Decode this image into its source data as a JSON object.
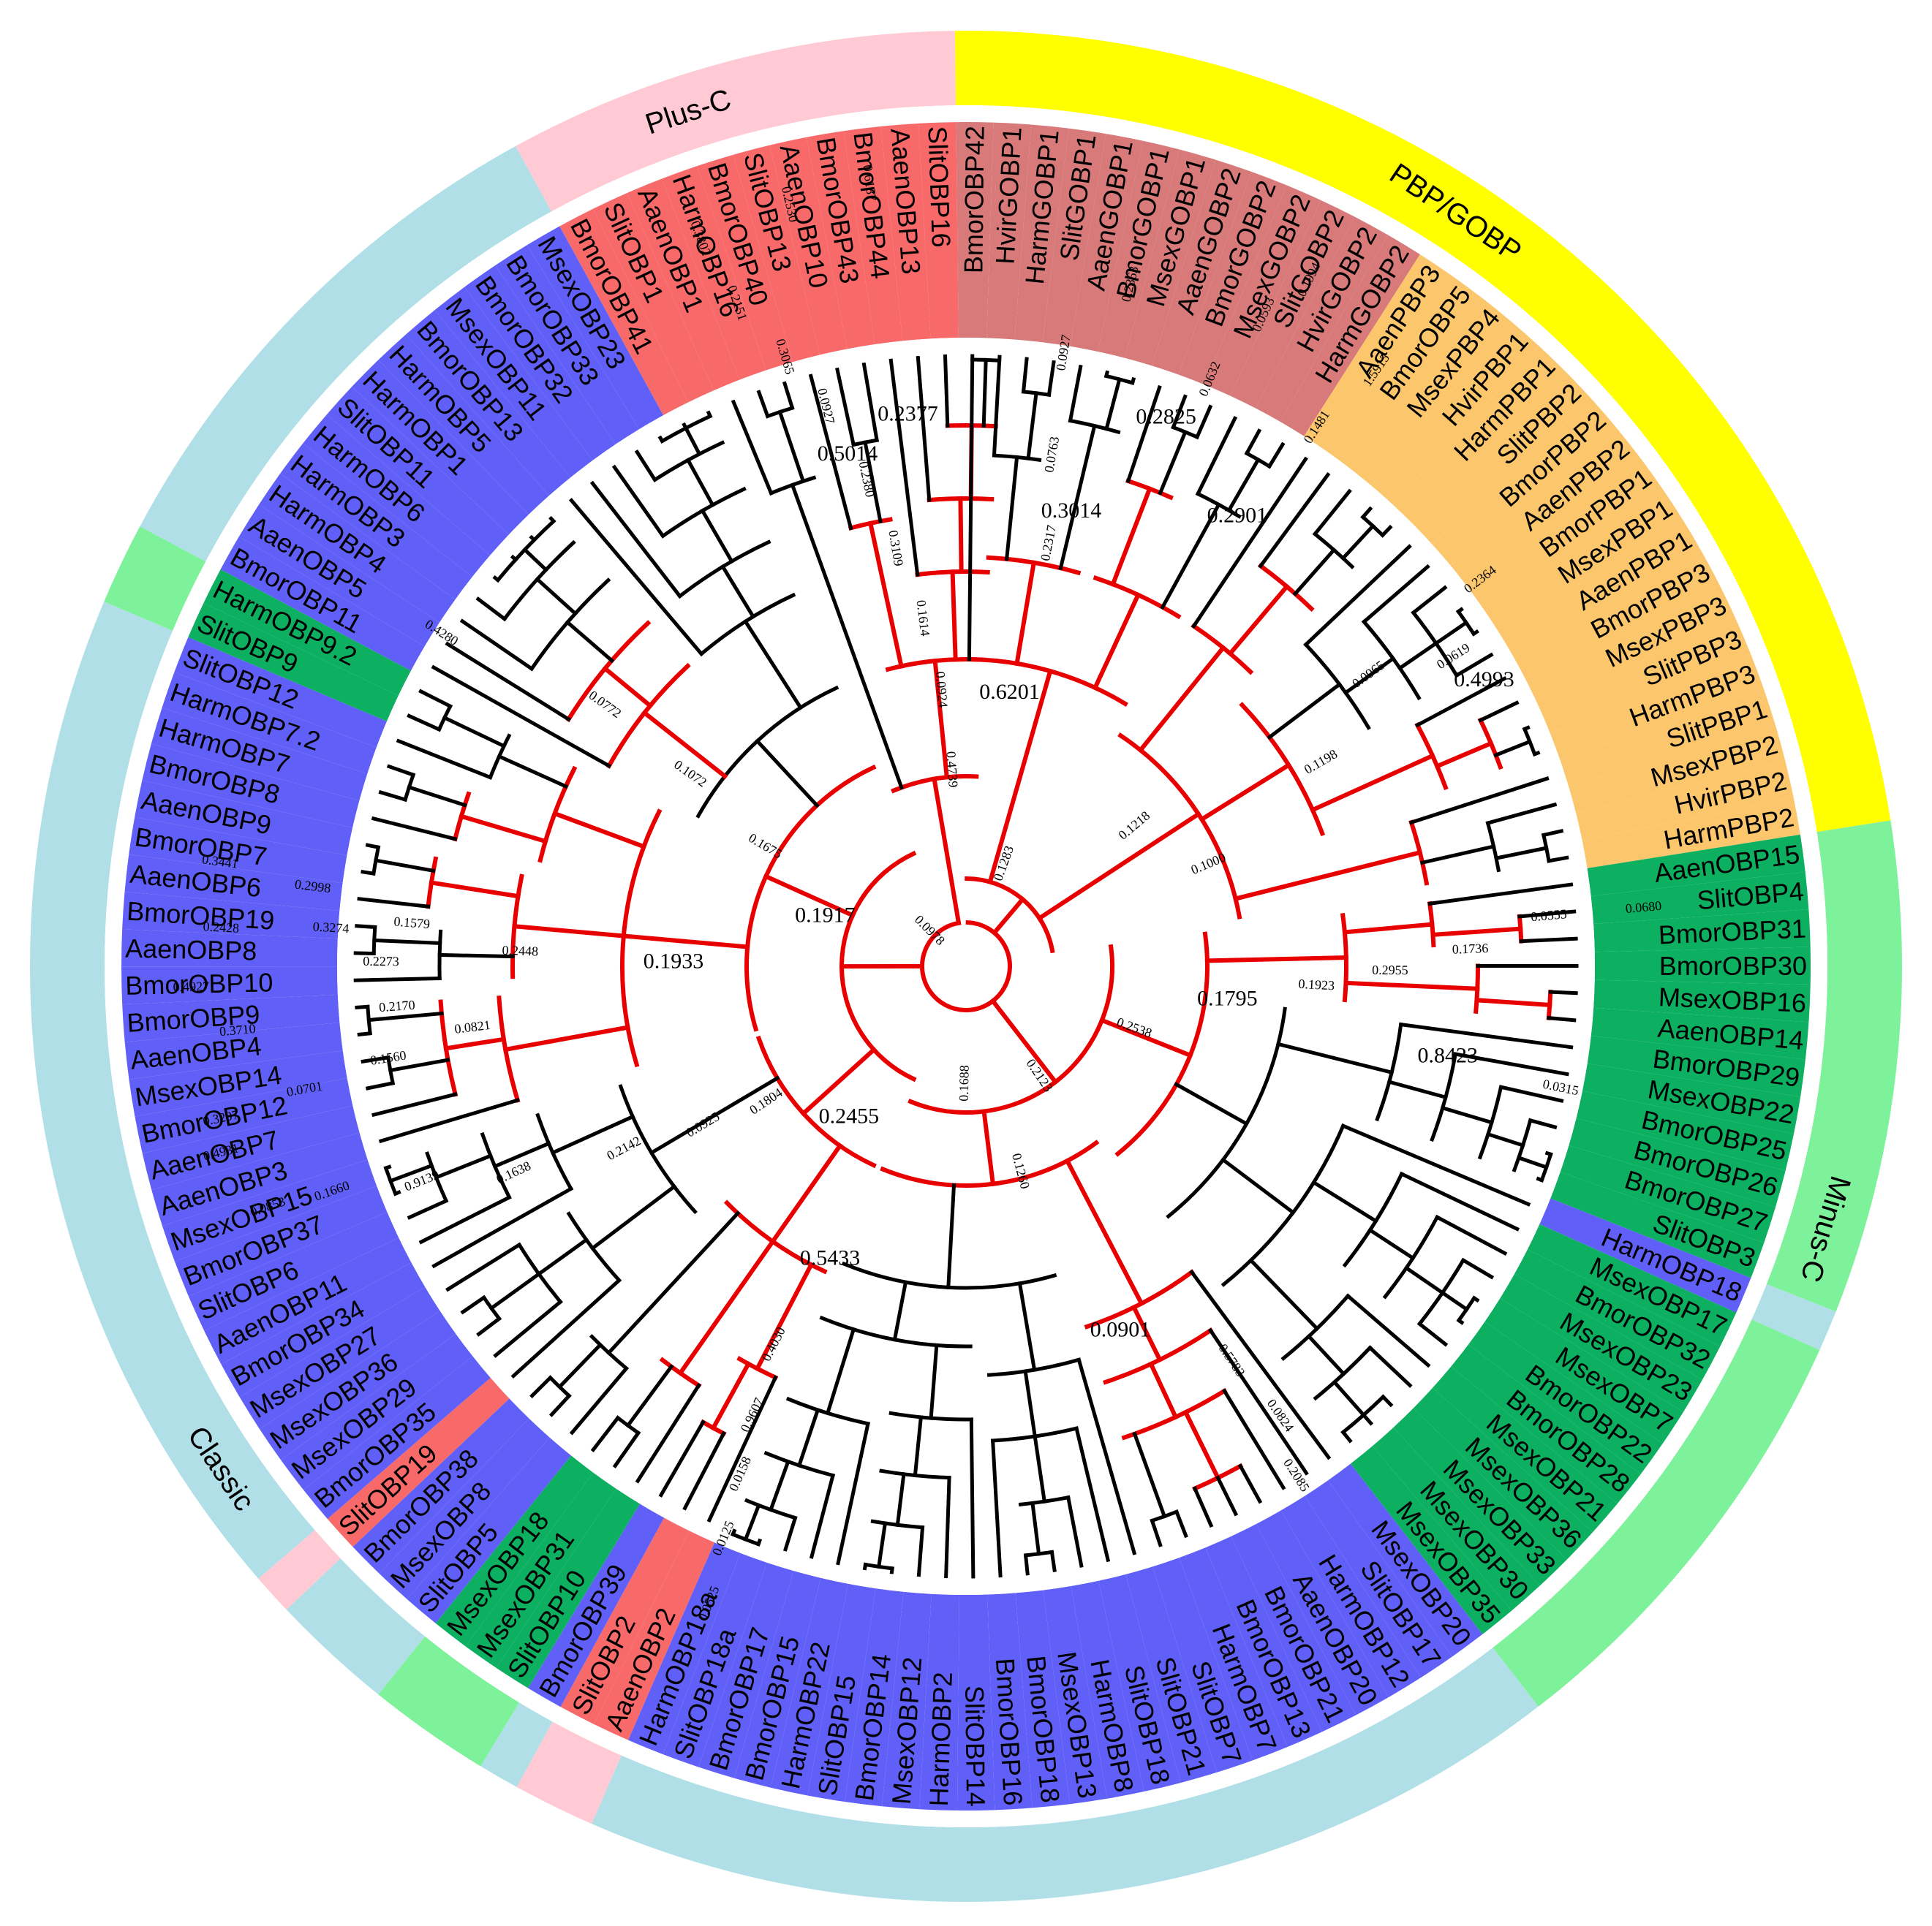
{
  "colors": {
    "background": "#ffffff",
    "classic_band": "#b0dfe8",
    "plus_c_band": "#ffcad4",
    "pbp_gobp_band": "#ffff00",
    "minus_c_band": "#7ef29a",
    "classic_sector": "#6060f8",
    "plus_c_sector": "#f86a6a",
    "gobp_sector": "#d87a7a",
    "pbp_sector": "#fcc66c",
    "minus_c_sector": "#0db060",
    "branch": "#000000",
    "highlight_branch": "#e80000"
  },
  "outer_groups": [
    {
      "label": "Classic",
      "color": "classic"
    },
    {
      "label": "Plus-C",
      "color": "plus_c"
    },
    {
      "label": "PBP/GOBP",
      "color": "pbp_gobp"
    },
    {
      "label": "Minus-C",
      "color": "minus_c"
    }
  ],
  "leaves": [
    {
      "name": "BmorOBP42",
      "group": "gobp"
    },
    {
      "name": "HvirGOBP1",
      "group": "gobp"
    },
    {
      "name": "HarmGOBP1",
      "group": "gobp"
    },
    {
      "name": "SlitGOBP1",
      "group": "gobp"
    },
    {
      "name": "AaenGOBP1",
      "group": "gobp"
    },
    {
      "name": "BmorGOBP1",
      "group": "gobp"
    },
    {
      "name": "MsexGOBP1",
      "group": "gobp"
    },
    {
      "name": "AaenGOBP2",
      "group": "gobp"
    },
    {
      "name": "BmorGOBP2",
      "group": "gobp"
    },
    {
      "name": "MsexGOBP2",
      "group": "gobp"
    },
    {
      "name": "SlitGOBP2",
      "group": "gobp"
    },
    {
      "name": "HvirGOBP2",
      "group": "gobp"
    },
    {
      "name": "HarmGOBP2",
      "group": "gobp"
    },
    {
      "name": "AaenPBP3",
      "group": "pbp"
    },
    {
      "name": "BmorOBP5",
      "group": "pbp"
    },
    {
      "name": "MsexPBP4",
      "group": "pbp"
    },
    {
      "name": "HvirPBP1",
      "group": "pbp"
    },
    {
      "name": "HarmPBP1",
      "group": "pbp"
    },
    {
      "name": "SlitPBP2",
      "group": "pbp"
    },
    {
      "name": "BmorPBP2",
      "group": "pbp"
    },
    {
      "name": "AaenPBP2",
      "group": "pbp"
    },
    {
      "name": "BmorPBP1",
      "group": "pbp"
    },
    {
      "name": "MsexPBP1",
      "group": "pbp"
    },
    {
      "name": "AaenPBP1",
      "group": "pbp"
    },
    {
      "name": "BmorPBP3",
      "group": "pbp"
    },
    {
      "name": "MsexPBP3",
      "group": "pbp"
    },
    {
      "name": "SlitPBP3",
      "group": "pbp"
    },
    {
      "name": "HarmPBP3",
      "group": "pbp"
    },
    {
      "name": "SlitPBP1",
      "group": "pbp"
    },
    {
      "name": "MsexPBP2",
      "group": "pbp"
    },
    {
      "name": "HvirPBP2",
      "group": "pbp"
    },
    {
      "name": "HarmPBP2",
      "group": "pbp"
    },
    {
      "name": "AaenOBP15",
      "group": "minus_c"
    },
    {
      "name": "SlitOBP4",
      "group": "minus_c"
    },
    {
      "name": "BmorOBP31",
      "group": "minus_c"
    },
    {
      "name": "BmorOBP30",
      "group": "minus_c"
    },
    {
      "name": "MsexOBP16",
      "group": "minus_c"
    },
    {
      "name": "AaenOBP14",
      "group": "minus_c"
    },
    {
      "name": "BmorOBP29",
      "group": "minus_c"
    },
    {
      "name": "MsexOBP22",
      "group": "minus_c"
    },
    {
      "name": "BmorOBP25",
      "group": "minus_c"
    },
    {
      "name": "BmorOBP26",
      "group": "minus_c"
    },
    {
      "name": "BmorOBP27",
      "group": "minus_c"
    },
    {
      "name": "SlitOBP3",
      "group": "minus_c"
    },
    {
      "name": "HarmOBP18",
      "group": "classic"
    },
    {
      "name": "MsexOBP17",
      "group": "minus_c"
    },
    {
      "name": "BmorOBP32",
      "group": "minus_c"
    },
    {
      "name": "MsexOBP23",
      "group": "minus_c"
    },
    {
      "name": "MsexOBP7",
      "group": "minus_c"
    },
    {
      "name": "BmorOBP22",
      "group": "minus_c"
    },
    {
      "name": "BmorOBP28",
      "group": "minus_c"
    },
    {
      "name": "MsexOBP21",
      "group": "minus_c"
    },
    {
      "name": "MsexOBP36",
      "group": "minus_c"
    },
    {
      "name": "MsexOBP33",
      "group": "minus_c"
    },
    {
      "name": "MsexOBP30",
      "group": "minus_c"
    },
    {
      "name": "MsexOBP35",
      "group": "minus_c"
    },
    {
      "name": "MsexOBP20",
      "group": "classic"
    },
    {
      "name": "SlitOBP17",
      "group": "classic"
    },
    {
      "name": "HarmOBP12",
      "group": "classic"
    },
    {
      "name": "AaenOBP20",
      "group": "classic"
    },
    {
      "name": "BmorOBP21",
      "group": "classic"
    },
    {
      "name": "BmorOBP13",
      "group": "classic"
    },
    {
      "name": "HarmOBP7",
      "group": "classic"
    },
    {
      "name": "SlitOBP7",
      "group": "classic"
    },
    {
      "name": "SlitOBP21",
      "group": "classic"
    },
    {
      "name": "SlitOBP18",
      "group": "classic"
    },
    {
      "name": "HarmOBP8",
      "group": "classic"
    },
    {
      "name": "MsexOBP13",
      "group": "classic"
    },
    {
      "name": "BmorOBP18",
      "group": "classic"
    },
    {
      "name": "BmorOBP16",
      "group": "classic"
    },
    {
      "name": "SlitOBP14",
      "group": "classic"
    },
    {
      "name": "HarmOBP2",
      "group": "classic"
    },
    {
      "name": "MsexOBP12",
      "group": "classic"
    },
    {
      "name": "BmorOBP14",
      "group": "classic"
    },
    {
      "name": "SlitOBP15",
      "group": "classic"
    },
    {
      "name": "HarmOBP22",
      "group": "classic"
    },
    {
      "name": "BmorOBP15",
      "group": "classic"
    },
    {
      "name": "BmorOBP17",
      "group": "classic"
    },
    {
      "name": "SlitOBP18a",
      "group": "classic"
    },
    {
      "name": "HarmOBP18a",
      "group": "classic"
    },
    {
      "name": "AaenOBP2",
      "group": "plus_c"
    },
    {
      "name": "SlitOBP2",
      "group": "plus_c"
    },
    {
      "name": "BmorOBP39",
      "group": "classic"
    },
    {
      "name": "SlitOBP10",
      "group": "minus_c"
    },
    {
      "name": "MsexOBP31",
      "group": "minus_c"
    },
    {
      "name": "MsexOBP18",
      "group": "minus_c"
    },
    {
      "name": "SlitOBP5",
      "group": "classic"
    },
    {
      "name": "MsexOBP8",
      "group": "classic"
    },
    {
      "name": "BmorOBP38",
      "group": "classic"
    },
    {
      "name": "SlitOBP19",
      "group": "plus_c"
    },
    {
      "name": "BmorOBP35",
      "group": "classic"
    },
    {
      "name": "MsexOBP29",
      "group": "classic"
    },
    {
      "name": "MsexOBP36",
      "group": "classic"
    },
    {
      "name": "MsexOBP27",
      "group": "classic"
    },
    {
      "name": "BmorOBP34",
      "group": "classic"
    },
    {
      "name": "AaenOBP11",
      "group": "classic"
    },
    {
      "name": "SlitOBP6",
      "group": "classic"
    },
    {
      "name": "BmorOBP37",
      "group": "classic"
    },
    {
      "name": "MsexOBP15",
      "group": "classic"
    },
    {
      "name": "AaenOBP3",
      "group": "classic"
    },
    {
      "name": "AaenOBP7",
      "group": "classic"
    },
    {
      "name": "BmorOBP12",
      "group": "classic"
    },
    {
      "name": "MsexOBP14",
      "group": "classic"
    },
    {
      "name": "AaenOBP4",
      "group": "classic"
    },
    {
      "name": "BmorOBP9",
      "group": "classic"
    },
    {
      "name": "BmorOBP10",
      "group": "classic"
    },
    {
      "name": "AaenOBP8",
      "group": "classic"
    },
    {
      "name": "BmorOBP19",
      "group": "classic"
    },
    {
      "name": "AaenOBP6",
      "group": "classic"
    },
    {
      "name": "BmorOBP7",
      "group": "classic"
    },
    {
      "name": "AaenOBP9",
      "group": "classic"
    },
    {
      "name": "BmorOBP8",
      "group": "classic"
    },
    {
      "name": "HarmOBP7",
      "group": "classic"
    },
    {
      "name": "HarmOBP7.2",
      "group": "classic"
    },
    {
      "name": "SlitOBP12",
      "group": "classic"
    },
    {
      "name": "SlitOBP9",
      "group": "minus_c"
    },
    {
      "name": "HarmOBP9.2",
      "group": "minus_c"
    },
    {
      "name": "BmorOBP11",
      "group": "classic"
    },
    {
      "name": "AaenOBP5",
      "group": "classic"
    },
    {
      "name": "HarmOBP4",
      "group": "classic"
    },
    {
      "name": "HarmOBP3",
      "group": "classic"
    },
    {
      "name": "HarmOBP6",
      "group": "classic"
    },
    {
      "name": "SlitOBP11",
      "group": "classic"
    },
    {
      "name": "HarmOBP1",
      "group": "classic"
    },
    {
      "name": "HarmOBP5",
      "group": "classic"
    },
    {
      "name": "BmorOBP13",
      "group": "classic"
    },
    {
      "name": "MsexOBP11",
      "group": "classic"
    },
    {
      "name": "BmorOBP32",
      "group": "classic"
    },
    {
      "name": "BmorOBP33",
      "group": "classic"
    },
    {
      "name": "MsexOBP23",
      "group": "classic"
    },
    {
      "name": "BmorOBP41",
      "group": "plus_c"
    },
    {
      "name": "SlitOBP1",
      "group": "plus_c"
    },
    {
      "name": "AaenOBP1",
      "group": "plus_c"
    },
    {
      "name": "HarmOBP16",
      "group": "plus_c"
    },
    {
      "name": "BmorOBP40",
      "group": "plus_c"
    },
    {
      "name": "SlitOBP13",
      "group": "plus_c"
    },
    {
      "name": "AaenOBP10",
      "group": "plus_c"
    },
    {
      "name": "BmorOBP43",
      "group": "plus_c"
    },
    {
      "name": "BmorOBP44",
      "group": "plus_c"
    },
    {
      "name": "AaenOBP13",
      "group": "plus_c"
    },
    {
      "name": "SlitOBP16",
      "group": "plus_c"
    }
  ],
  "branch_labels": [
    {
      "text": "0.6201",
      "a": 9.0,
      "r": 380,
      "big": true
    },
    {
      "text": "0.3014",
      "a": 13.0,
      "r": 640,
      "big": true
    },
    {
      "text": "0.2825",
      "a": 20.0,
      "r": 800,
      "big": true
    },
    {
      "text": "0.2901",
      "a": 31.0,
      "r": 720,
      "big": true
    },
    {
      "text": "0.4993",
      "a": 61.0,
      "r": 810,
      "big": true
    },
    {
      "text": "0.1795",
      "a": 97.0,
      "r": 360,
      "big": true
    },
    {
      "text": "0.8423",
      "a": 100.5,
      "r": 670,
      "big": true
    },
    {
      "text": "0.0901",
      "a": 157.0,
      "r": 540,
      "big": true
    },
    {
      "text": "0.5433",
      "a": 205.0,
      "r": 440,
      "big": true
    },
    {
      "text": "0.2455",
      "a": 218.0,
      "r": 260,
      "big": true
    },
    {
      "text": "0.1933",
      "a": 271.0,
      "r": 400,
      "big": true
    },
    {
      "text": "0.1917",
      "a": 290.0,
      "r": 205,
      "big": true
    },
    {
      "text": "0.5014",
      "a": 347.0,
      "r": 720,
      "big": true
    },
    {
      "text": "0.2377",
      "a": 354.0,
      "r": 760,
      "big": true
    },
    {
      "text": "0.1283",
      "a": 20.0,
      "r": 150,
      "big": false
    },
    {
      "text": "0.0978",
      "a": 315.0,
      "r": 70,
      "big": false
    },
    {
      "text": "0.1688",
      "a": 181.0,
      "r": 160,
      "big": false
    },
    {
      "text": "0.2123",
      "a": 146.0,
      "r": 180,
      "big": false
    },
    {
      "text": "0.2538",
      "a": 110.0,
      "r": 245,
      "big": false
    },
    {
      "text": "0.1260",
      "a": 165.0,
      "r": 290,
      "big": false
    },
    {
      "text": "0.5783",
      "a": 146.0,
      "r": 650,
      "big": false
    },
    {
      "text": "0.0824",
      "a": 145.0,
      "r": 750,
      "big": false
    },
    {
      "text": "0.2085",
      "a": 147.0,
      "r": 830,
      "big": false
    },
    {
      "text": "0.1000",
      "a": 67.0,
      "r": 360,
      "big": false
    },
    {
      "text": "0.1218",
      "a": 50.0,
      "r": 300,
      "big": false
    },
    {
      "text": "0.1198",
      "a": 60.0,
      "r": 560,
      "big": false
    },
    {
      "text": "0.0965",
      "a": 54.0,
      "r": 680,
      "big": false
    },
    {
      "text": "0.0619",
      "a": 57.5,
      "r": 790,
      "big": false
    },
    {
      "text": "0.2364",
      "a": 53.0,
      "r": 880,
      "big": false
    },
    {
      "text": "0.1481",
      "a": 33.0,
      "r": 880,
      "big": false
    },
    {
      "text": "1.5915",
      "a": 34.5,
      "r": 990,
      "big": false
    },
    {
      "text": "0.2317",
      "a": 11.0,
      "r": 590,
      "big": false
    },
    {
      "text": "0.0763",
      "a": 9.5,
      "r": 710,
      "big": false
    },
    {
      "text": "0.0927",
      "a": 9.0,
      "r": 850,
      "big": false
    },
    {
      "text": "0.2363",
      "a": 13.5,
      "r": 960,
      "big": false
    },
    {
      "text": "0.0632",
      "a": 22.5,
      "r": 870,
      "big": false
    },
    {
      "text": "0.0593",
      "a": 24.5,
      "r": 980,
      "big": false
    },
    {
      "text": "0.1994",
      "a": 26.5,
      "r": 1050,
      "big": false
    },
    {
      "text": "0.0680",
      "a": 85.0,
      "r": 930,
      "big": false
    },
    {
      "text": "0.0555",
      "a": 85.0,
      "r": 800,
      "big": false
    },
    {
      "text": "0.1736",
      "a": 88.0,
      "r": 690,
      "big": false
    },
    {
      "text": "0.2955",
      "a": 90.5,
      "r": 580,
      "big": false
    },
    {
      "text": "0.1923",
      "a": 93.0,
      "r": 480,
      "big": false
    },
    {
      "text": "0.0315",
      "a": 101.5,
      "r": 830,
      "big": false
    },
    {
      "text": "0.4739",
      "a": 356.0,
      "r": 270,
      "big": false
    },
    {
      "text": "0.0924",
      "a": 355.0,
      "r": 380,
      "big": false
    },
    {
      "text": "0.1614",
      "a": 353.0,
      "r": 480,
      "big": false
    },
    {
      "text": "0.3109",
      "a": 350.5,
      "r": 580,
      "big": false
    },
    {
      "text": "0.2380",
      "a": 348.5,
      "r": 680,
      "big": false
    },
    {
      "text": "0.0927",
      "a": 346.0,
      "r": 790,
      "big": false
    },
    {
      "text": "0.3065",
      "a": 343.5,
      "r": 870,
      "big": false
    },
    {
      "text": "0.2151",
      "a": 341.0,
      "r": 960,
      "big": false
    },
    {
      "text": "0.3802",
      "a": 340.0,
      "r": 1060,
      "big": false
    },
    {
      "text": "0.2530",
      "a": 347.0,
      "r": 1070,
      "big": false
    },
    {
      "text": "0.6187",
      "a": 353.0,
      "r": 1080,
      "big": false
    },
    {
      "text": "0.1675",
      "a": 301.0,
      "r": 320,
      "big": false
    },
    {
      "text": "0.1072",
      "a": 305.0,
      "r": 460,
      "big": false
    },
    {
      "text": "0.0772",
      "a": 306.0,
      "r": 610,
      "big": false
    },
    {
      "text": "0.4280",
      "a": 302.5,
      "r": 850,
      "big": false
    },
    {
      "text": "0.2448",
      "a": 272.0,
      "r": 610,
      "big": false
    },
    {
      "text": "0.1579",
      "a": 274.5,
      "r": 760,
      "big": false
    },
    {
      "text": "0.3274",
      "a": 273.5,
      "r": 870,
      "big": false
    },
    {
      "text": "0.2998",
      "a": 277.0,
      "r": 900,
      "big": false
    },
    {
      "text": "0.3441",
      "a": 278.0,
      "r": 1030,
      "big": false
    },
    {
      "text": "0.2428",
      "a": 273.0,
      "r": 1020,
      "big": false
    },
    {
      "text": "0.2273",
      "a": 270.5,
      "r": 800,
      "big": false
    },
    {
      "text": "0.4927",
      "a": 268.5,
      "r": 1060,
      "big": false
    },
    {
      "text": "0.2170",
      "a": 266.0,
      "r": 780,
      "big": false
    },
    {
      "text": "0.0821",
      "a": 263.0,
      "r": 680,
      "big": false
    },
    {
      "text": "0.3710",
      "a": 265.0,
      "r": 1000,
      "big": false
    },
    {
      "text": "0.1560",
      "a": 261.0,
      "r": 800,
      "big": false
    },
    {
      "text": "0.0701",
      "a": 259.5,
      "r": 920,
      "big": false
    },
    {
      "text": "0.3297",
      "a": 258.5,
      "r": 1040,
      "big": false
    },
    {
      "text": "0.4931",
      "a": 256.0,
      "r": 1050,
      "big": false
    },
    {
      "text": "0.1804",
      "a": 236.0,
      "r": 330,
      "big": false
    },
    {
      "text": "0.0925",
      "a": 239.0,
      "r": 420,
      "big": false
    },
    {
      "text": "0.2142",
      "a": 242.0,
      "r": 530,
      "big": false
    },
    {
      "text": "0.1638",
      "a": 245.5,
      "r": 680,
      "big": false
    },
    {
      "text": "0.9139",
      "a": 248.5,
      "r": 800,
      "big": false
    },
    {
      "text": "0.1660",
      "a": 250.5,
      "r": 920,
      "big": false
    },
    {
      "text": "0.0853",
      "a": 251.0,
      "r": 1010,
      "big": false
    },
    {
      "text": "0.4030",
      "a": 207.0,
      "r": 580,
      "big": false
    },
    {
      "text": "0.9607",
      "a": 205.5,
      "r": 680,
      "big": false
    },
    {
      "text": "0.0158",
      "a": 204.0,
      "r": 760,
      "big": false
    },
    {
      "text": "0.0125",
      "a": 203.0,
      "r": 850,
      "big": false
    },
    {
      "text": "0.0525",
      "a": 202.0,
      "r": 940,
      "big": false
    }
  ]
}
